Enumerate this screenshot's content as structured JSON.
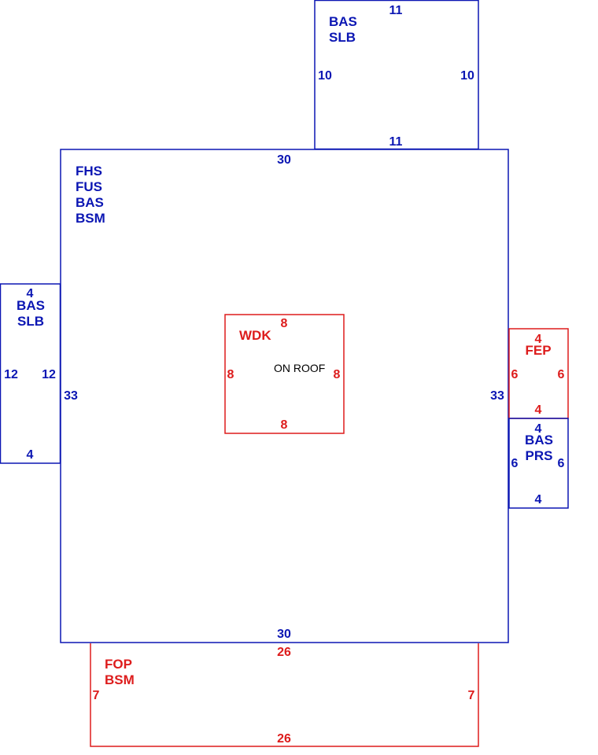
{
  "colors": {
    "blue": "#0b16b3",
    "red": "#dd1c1c",
    "black": "#000000"
  },
  "sections": {
    "top_slab": {
      "codes": [
        "BAS",
        "SLB"
      ],
      "dims": {
        "top": "11",
        "bottom": "11",
        "left": "10",
        "right": "10"
      }
    },
    "main": {
      "codes": [
        "FHS",
        "FUS",
        "BAS",
        "BSM"
      ],
      "dims": {
        "top": "30",
        "bottom": "30",
        "left": "33",
        "right": "33"
      }
    },
    "left_slab": {
      "codes": [
        "BAS",
        "SLB"
      ],
      "dims": {
        "top": "4",
        "bottom": "4",
        "left": "12",
        "right": "12"
      }
    },
    "deck": {
      "codes": [
        "WDK"
      ],
      "note": "ON ROOF",
      "dims": {
        "top": "8",
        "bottom": "8",
        "left": "8",
        "right": "8"
      }
    },
    "porch_enclosed": {
      "codes": [
        "FEP"
      ],
      "dims": {
        "top": "4",
        "bottom": "4",
        "left": "6",
        "right": "6"
      }
    },
    "right_prs": {
      "codes": [
        "BAS",
        "PRS"
      ],
      "dims": {
        "top": "4",
        "bottom": "4",
        "left": "6",
        "right": "6"
      }
    },
    "front_porch": {
      "codes": [
        "FOP",
        "BSM"
      ],
      "dims": {
        "top": "26",
        "bottom": "26",
        "left": "7",
        "right": "7"
      }
    }
  }
}
